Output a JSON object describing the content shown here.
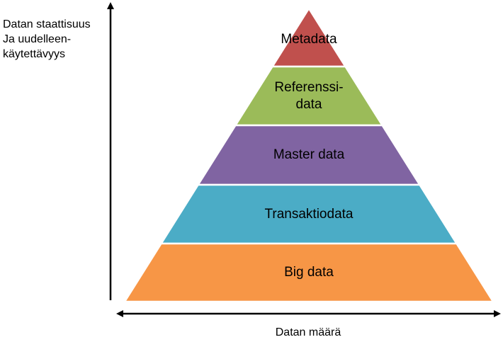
{
  "y_axis_label": [
    "Datan staattisuus",
    "Ja uudelleen-",
    "käytettävyys"
  ],
  "x_axis_label": "Datan määrä",
  "layers": [
    {
      "lines": [
        "Metadata"
      ],
      "color": "#c0504d"
    },
    {
      "lines": [
        "Referenssi-",
        "data"
      ],
      "color": "#9bbb59"
    },
    {
      "lines": [
        "Master data"
      ],
      "color": "#8064a2"
    },
    {
      "lines": [
        "Transaktiodata"
      ],
      "color": "#4bacc6"
    },
    {
      "lines": [
        "Big data"
      ],
      "color": "#f79646"
    }
  ]
}
